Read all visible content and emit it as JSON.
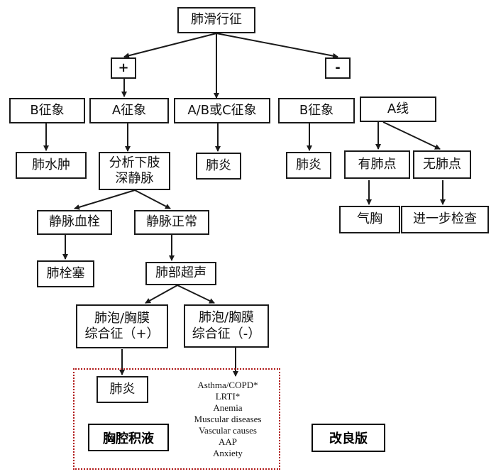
{
  "nodes": {
    "root": "肺滑行征",
    "plus": "+",
    "minus": "-",
    "b_left": "B征象",
    "a_profile": "A征象",
    "abc": "A/B或C征象",
    "b_right": "B征象",
    "a_line": "A线",
    "edema": "肺水肿",
    "analyze_dvt": "分析下肢\n深静脉",
    "pneumonia_mid": "肺炎",
    "pneumonia_right": "肺炎",
    "has_lung_point": "有肺点",
    "no_lung_point": "无肺点",
    "thrombosis": "静脉血栓",
    "vein_normal": "静脉正常",
    "pneumothorax": "气胸",
    "further_exam": "进一步检查",
    "embolism": "肺栓塞",
    "lung_us": "肺部超声",
    "palc_pos": "肺泡/胸膜\n综合征（+）",
    "palc_neg": "肺泡/胸膜\n综合征（-）",
    "pneumonia_bottom": "肺炎"
  },
  "other_causes": [
    "Asthma/COPD*",
    "LRTI*",
    "Anemia",
    "Muscular diseases",
    "Vascular causes",
    "AAP",
    "Anxiety"
  ],
  "labels": {
    "effusion": "胸腔积液",
    "improved": "改良版"
  },
  "colors": {
    "line": "#1a1a1a",
    "dashed_border": "#b01818"
  }
}
